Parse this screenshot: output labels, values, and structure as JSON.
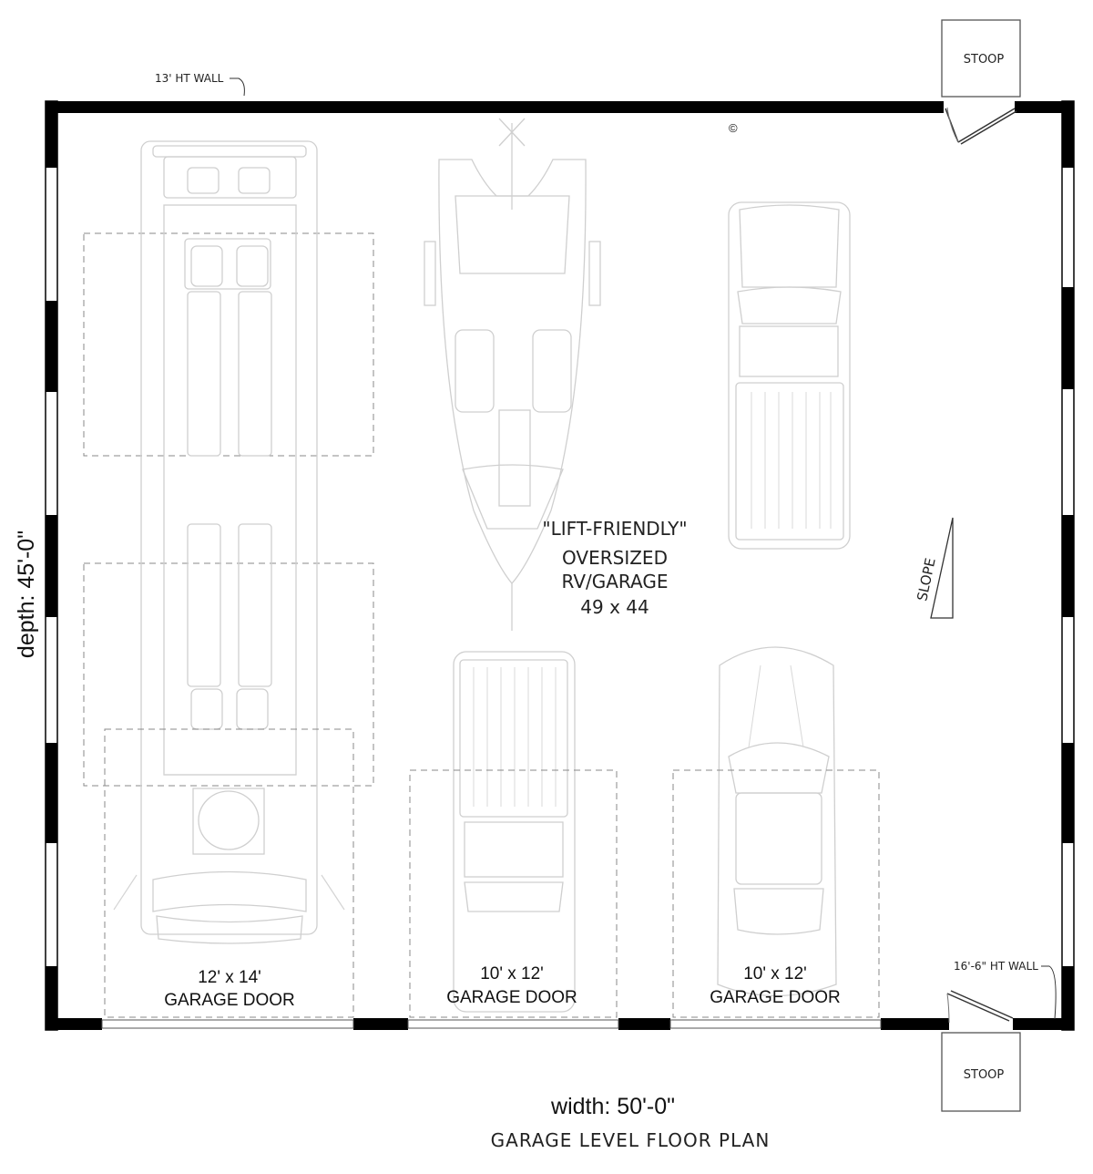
{
  "plan": {
    "title": "GARAGE LEVEL FLOOR PLAN",
    "width_label": "width: 50'-0\"",
    "depth_label": "depth: 45'-0\"",
    "wall_note_top": "13' HT WALL",
    "wall_note_bottom": "16'-6\" HT WALL",
    "stoop_top": "STOOP",
    "stoop_bottom": "STOOP",
    "copyright": "©",
    "slope": "SLOPE",
    "center_label": {
      "line1": "\"LIFT-FRIENDLY\"",
      "line2": "OVERSIZED",
      "line3": "RV/GARAGE",
      "line4": "49 x 44"
    },
    "doors": [
      {
        "size": "12' x 14'",
        "label": "GARAGE DOOR"
      },
      {
        "size": "10' x 12'",
        "label": "GARAGE DOOR"
      },
      {
        "size": "10' x 12'",
        "label": "GARAGE DOOR"
      }
    ],
    "vehicles": [
      "rv-bus",
      "boat-on-trailer",
      "pickup-truck",
      "pickup-truck",
      "sedan-car"
    ]
  }
}
